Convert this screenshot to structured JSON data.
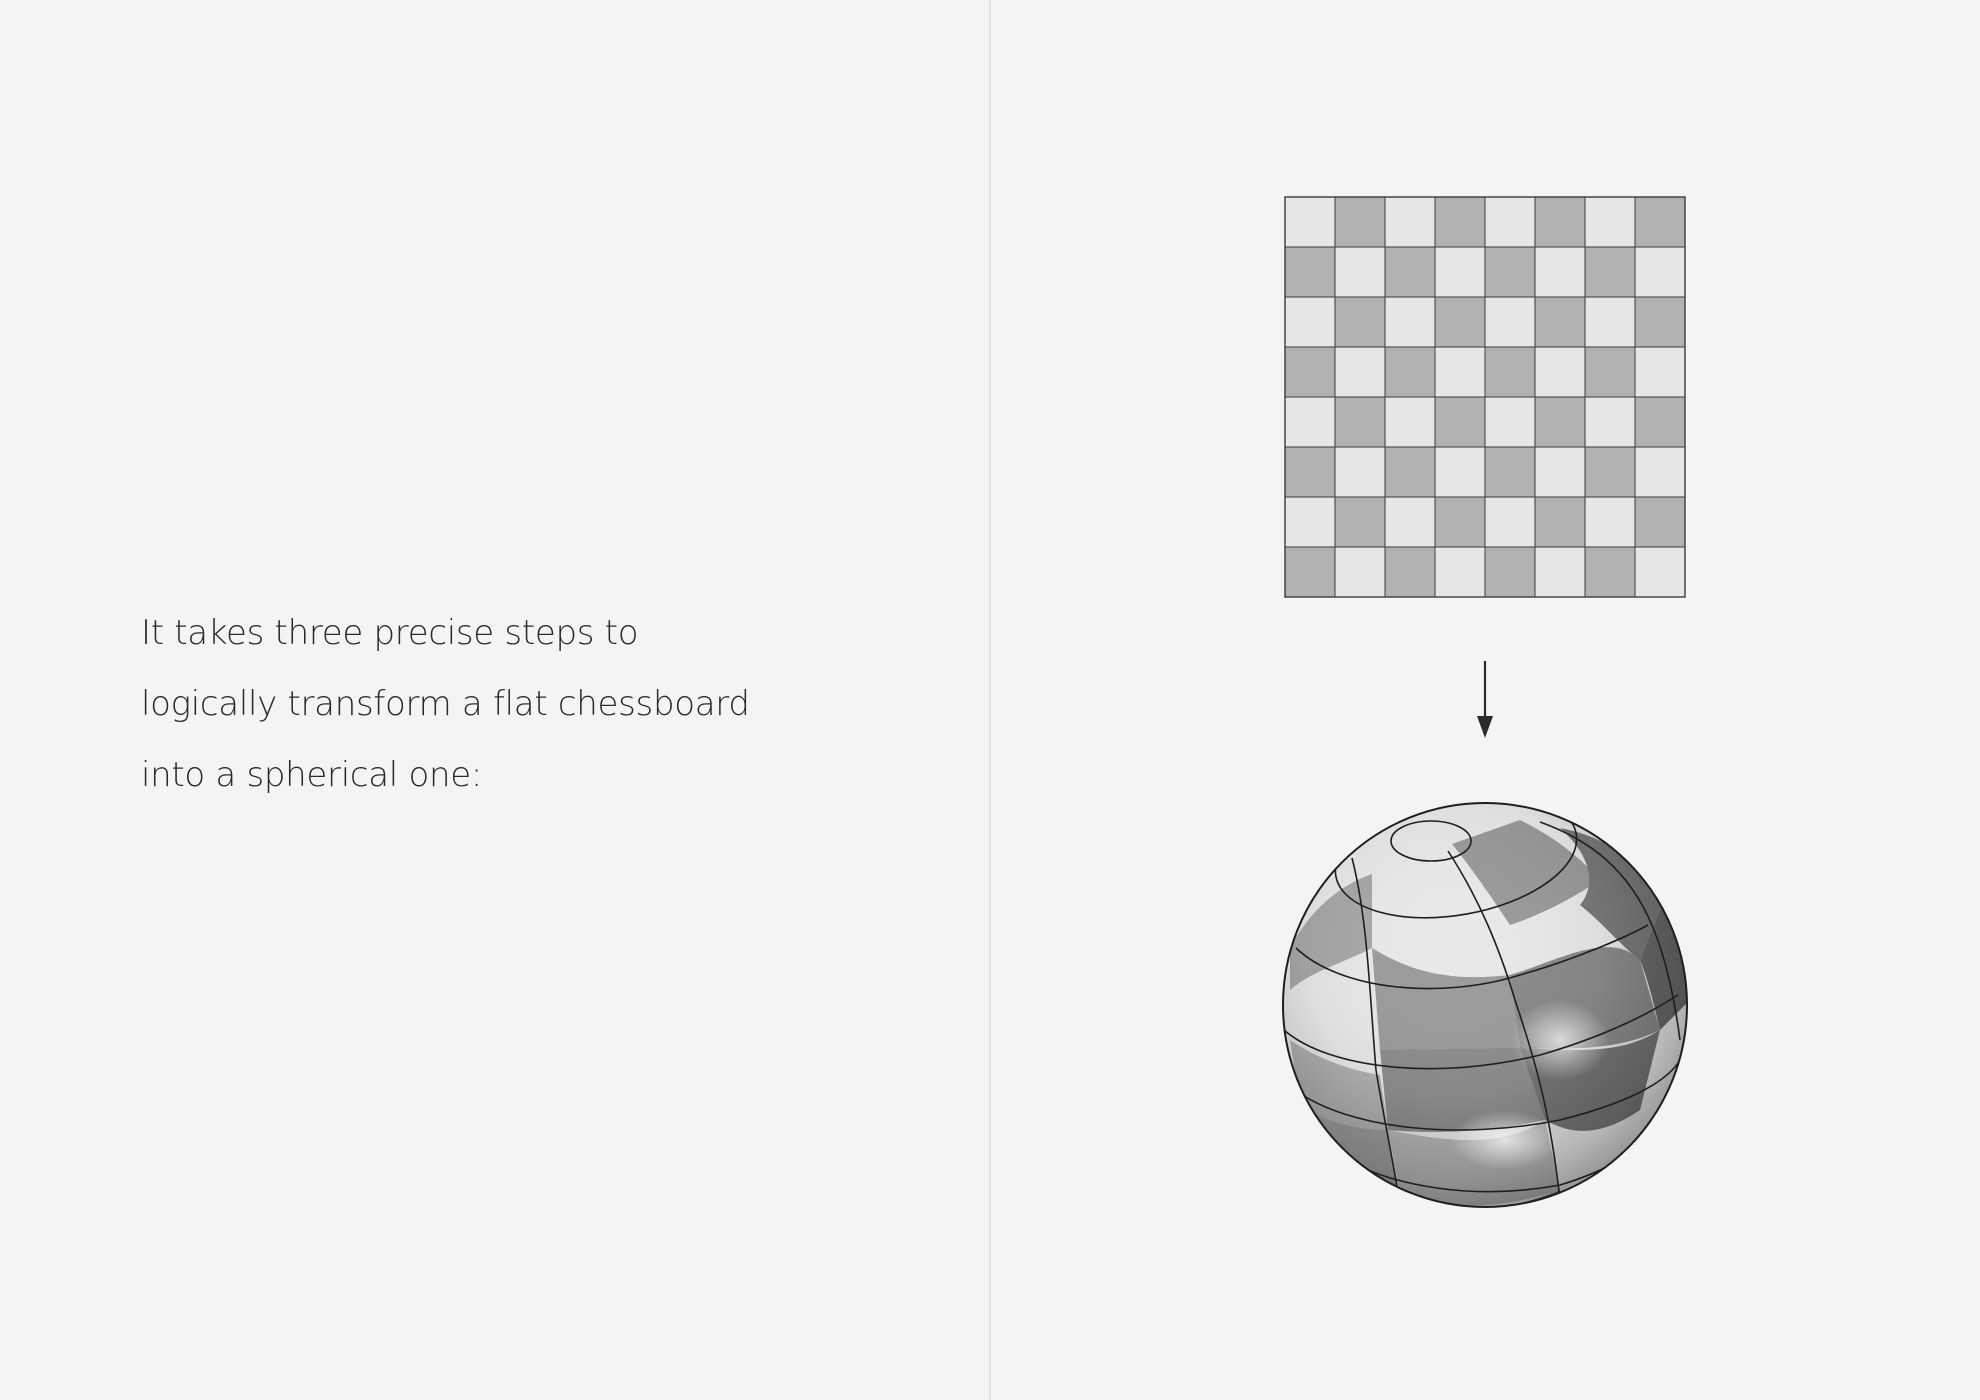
{
  "caption": {
    "lines": [
      "It takes three precise steps to",
      "logically transform a flat chessboard",
      "into a spherical one:"
    ]
  },
  "figure": {
    "flat_board": {
      "rows": 8,
      "columns": 8,
      "light_color": "#e6e6e6",
      "dark_color": "#b2b2b2",
      "grid_line_color": "#3a3a3a"
    },
    "arrow": {
      "direction": "down",
      "color": "#2a2a2a"
    },
    "sphere": {
      "pattern": "checkered latitude/longitude bands",
      "light_color": "#f2f2f2",
      "dark_color": "#8c8c8c",
      "outline_color": "#1e1e1e"
    }
  }
}
